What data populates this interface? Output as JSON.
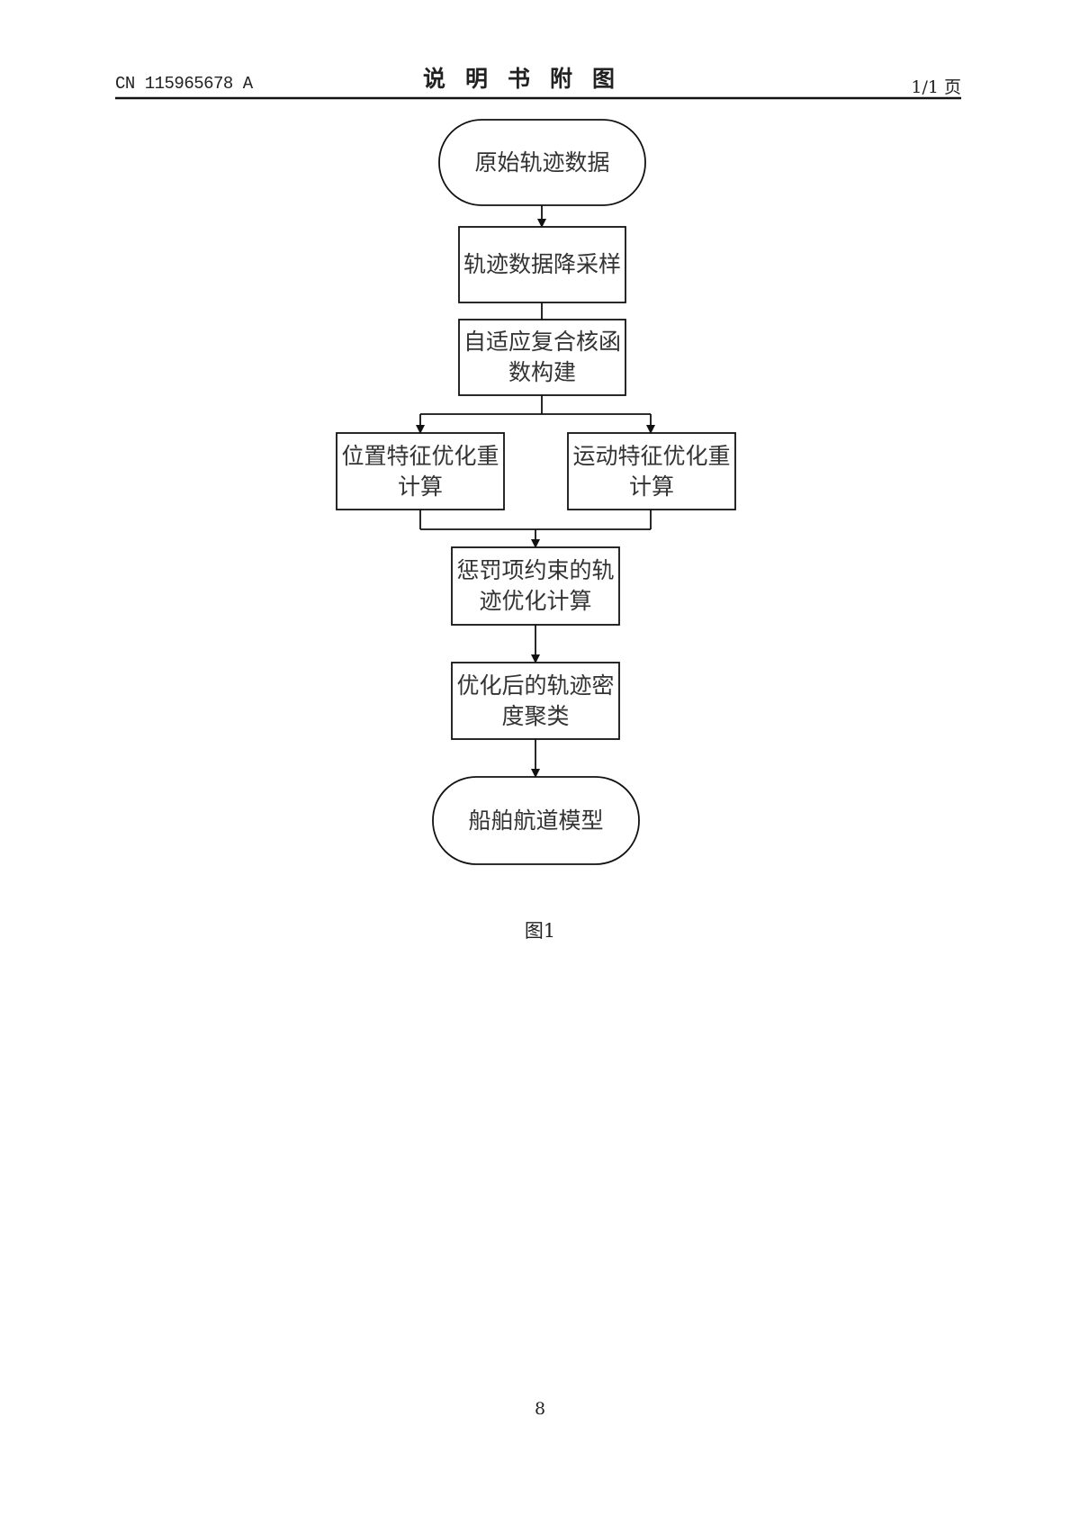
{
  "header": {
    "doc_number": "CN 115965678 A",
    "title": "说明书附图",
    "page": "1/1 页"
  },
  "flowchart": {
    "nodes": [
      {
        "id": "start",
        "shape": "terminal",
        "label": "原始轨迹数据"
      },
      {
        "id": "downsample",
        "shape": "process",
        "label": "轨迹数据降采样"
      },
      {
        "id": "kernel",
        "shape": "process",
        "label": "自适应复合核函数构建"
      },
      {
        "id": "position",
        "shape": "process",
        "label": "位置特征优化重计算"
      },
      {
        "id": "motion",
        "shape": "process",
        "label": "运动特征优化重计算"
      },
      {
        "id": "penalty",
        "shape": "process",
        "label": "惩罚项约束的轨迹优化计算"
      },
      {
        "id": "cluster",
        "shape": "process",
        "label": "优化后的轨迹密度聚类"
      },
      {
        "id": "end",
        "shape": "terminal",
        "label": "船舶航道模型"
      }
    ],
    "edges": [
      [
        "start",
        "downsample"
      ],
      [
        "downsample",
        "kernel"
      ],
      [
        "kernel",
        "position"
      ],
      [
        "kernel",
        "motion"
      ],
      [
        "position",
        "penalty"
      ],
      [
        "motion",
        "penalty"
      ],
      [
        "penalty",
        "cluster"
      ],
      [
        "cluster",
        "end"
      ]
    ]
  },
  "caption": "图1",
  "page_number": "8"
}
